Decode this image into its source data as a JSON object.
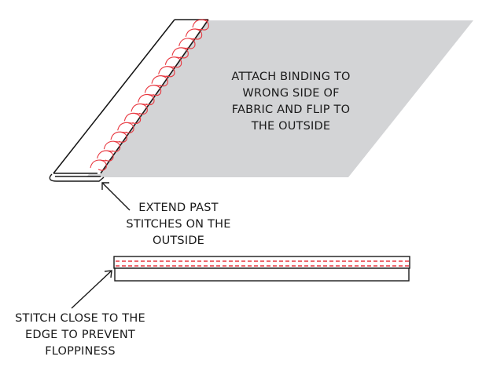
{
  "labels": {
    "attach": [
      "ATTACH BINDING TO",
      "WRONG SIDE OF",
      "FABRIC AND FLIP TO",
      "THE OUTSIDE"
    ],
    "extend": [
      "EXTEND PAST",
      "STITCHES ON THE",
      "OUTSIDE"
    ],
    "stitch": [
      "STITCH CLOSE TO THE",
      "EDGE TO PREVENT",
      "FLOPPINESS"
    ]
  },
  "colors": {
    "fabric": "#d3d4d6",
    "outline": "#1a1a1a",
    "stitch": "#e8373f",
    "background": "#ffffff"
  },
  "stitches": {
    "count": 16
  }
}
